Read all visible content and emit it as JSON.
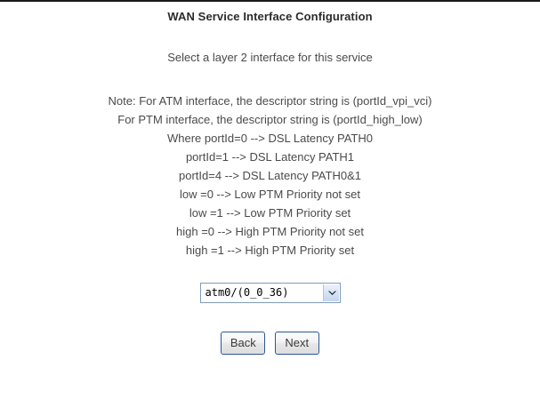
{
  "page": {
    "title": "WAN Service Interface Configuration",
    "subtitle": "Select a layer 2 interface for this service"
  },
  "note": {
    "lines": [
      "Note: For ATM interface, the descriptor string is (portId_vpi_vci)",
      "For PTM interface, the descriptor string is (portId_high_low)",
      "Where portId=0 --> DSL Latency PATH0",
      "portId=1 --> DSL Latency PATH1",
      "portId=4 --> DSL Latency PATH0&1",
      "low =0 --> Low PTM Priority not set",
      "low =1 --> Low PTM Priority set",
      "high =0 --> High PTM Priority not set",
      "high =1 --> High PTM Priority set"
    ]
  },
  "interface_select": {
    "selected": "atm0/(0_0_36)",
    "options": [
      "atm0/(0_0_36)"
    ],
    "arrow_icon": "chevron-down-icon"
  },
  "buttons": {
    "back_label": "Back",
    "next_label": "Next"
  },
  "colors": {
    "title_text": "#2b2b2b",
    "body_text": "#4a4a4a",
    "select_border": "#7f9db9",
    "button_border": "#2b5797",
    "background": "#ffffff"
  }
}
